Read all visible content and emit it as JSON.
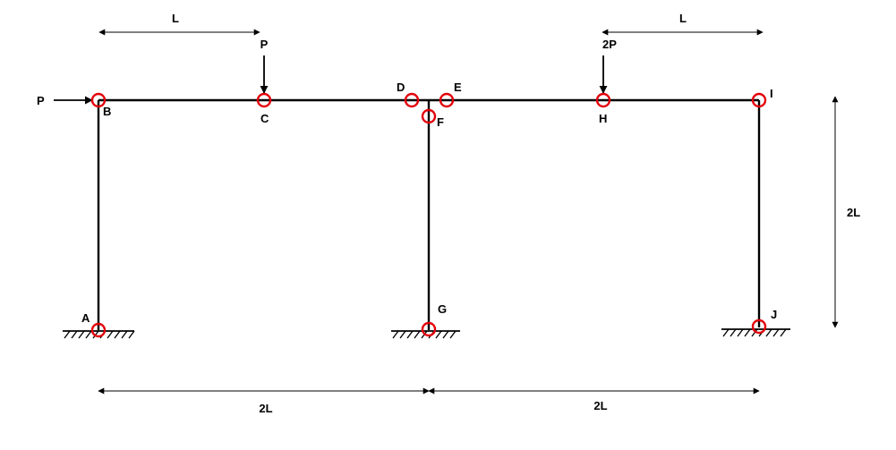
{
  "colors": {
    "member": "#000000",
    "hinge": "#e3000b",
    "text": "#000000"
  },
  "labels": {
    "dim_top_left": "L",
    "dim_top_right": "L",
    "dim_bottom_left": "2L",
    "dim_bottom_right": "2L",
    "dim_height": "2L"
  },
  "loads": {
    "horizontal": "P",
    "vertical_c": "P",
    "vertical_h": "2P"
  },
  "nodes": {
    "A": "A",
    "B": "B",
    "C": "C",
    "D": "D",
    "E": "E",
    "F": "F",
    "G": "G",
    "H": "H",
    "I": "I",
    "J": "J"
  }
}
